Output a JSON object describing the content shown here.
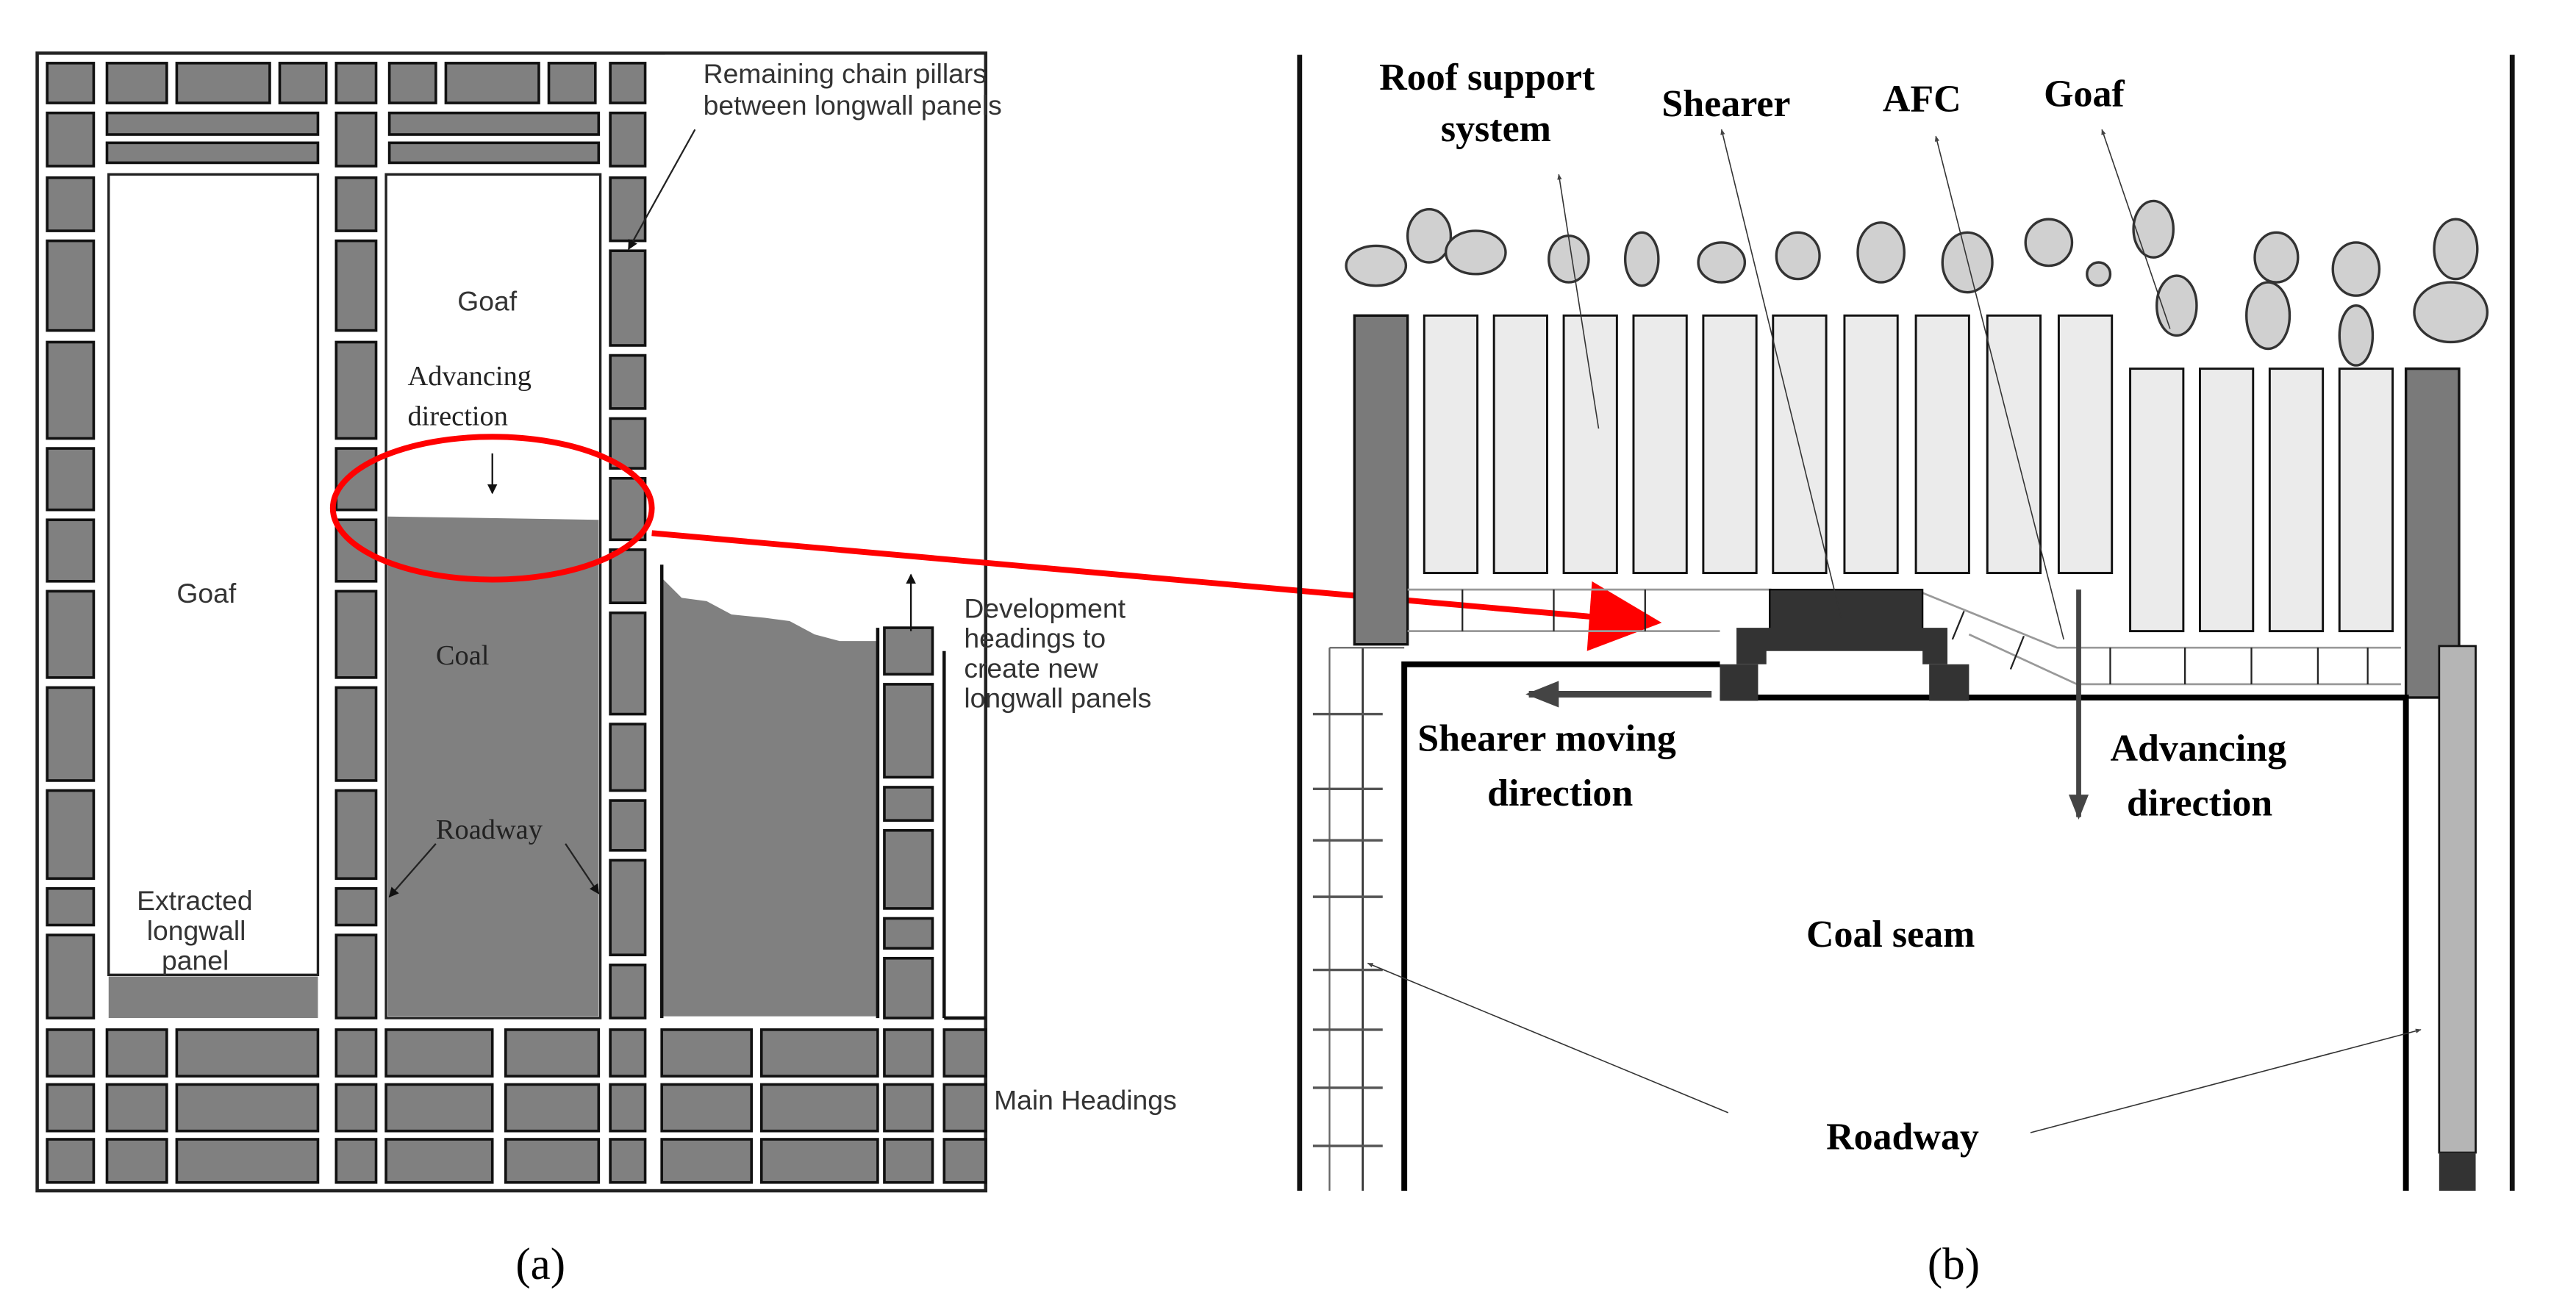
{
  "figure": {
    "panel_a": {
      "caption": "(a)",
      "labels": {
        "chain_pillars_line1": "Remaining chain pillars",
        "chain_pillars_line2": "between longwall panels",
        "goaf_upper": "Goaf",
        "advancing_line1": "Advancing",
        "advancing_line2": "direction",
        "goaf_left": "Goaf",
        "coal": "Coal",
        "roadway": "Roadway",
        "extracted_line1": "Extracted",
        "extracted_line2": "longwall",
        "extracted_line3": "panel",
        "development_line1": "Development",
        "development_line2": "headings to",
        "development_line3": "create new",
        "development_line4": "longwall panels",
        "main_headings": "Main Headings"
      }
    },
    "panel_b": {
      "caption": "(b)",
      "labels": {
        "roof_support_line1": "Roof support",
        "roof_support_line2": "system",
        "shearer": "Shearer",
        "afc": "AFC",
        "goaf": "Goaf",
        "shearer_moving_line1": "Shearer moving",
        "shearer_moving_line2": "direction",
        "advancing_line1": "Advancing",
        "advancing_line2": "direction",
        "coal_seam": "Coal seam",
        "roadway": "Roadway"
      }
    },
    "colors": {
      "pillar_fill": "#808080",
      "coal_fill": "#808080",
      "highlight_red": "#ff0000",
      "support_fill": "#ebebeb",
      "rock_fill": "#d0d0d0",
      "shearer_fill": "#333333",
      "dark_pillar": "#7a7a7a"
    }
  }
}
